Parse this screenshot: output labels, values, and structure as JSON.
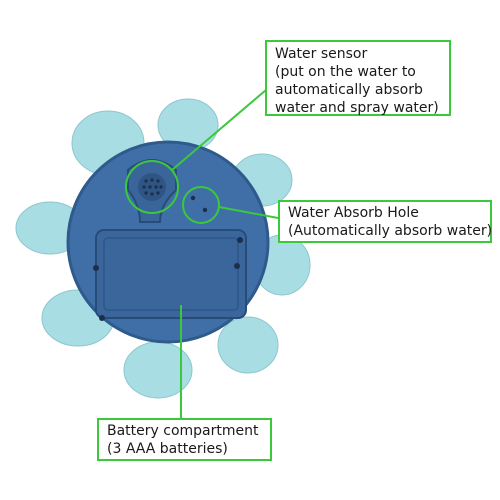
{
  "colors": {
    "callout_border": "#3cc83c",
    "body_blue": "#3f6fa6",
    "arm_light": "#a9dde4"
  },
  "callouts": {
    "water_sensor": {
      "lines": [
        "Water sensor",
        "(put on the water to",
        "automatically absorb",
        "water and spray water)"
      ]
    },
    "water_absorb_hole": {
      "lines": [
        "Water Absorb Hole",
        "(Automatically absorb water)"
      ]
    },
    "battery_compartment": {
      "lines": [
        "Battery compartment",
        "(3 AAA batteries)"
      ]
    }
  }
}
